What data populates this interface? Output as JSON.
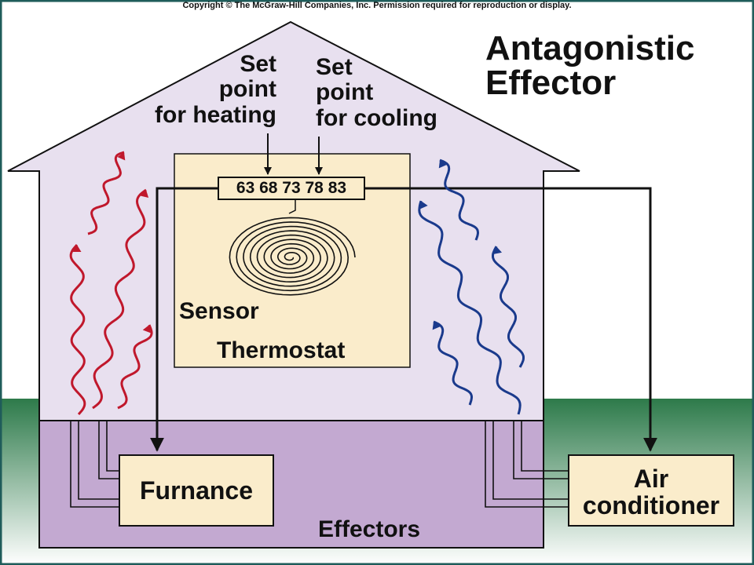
{
  "copyright": "Copyright © The McGraw-Hill Companies, Inc. Permission required for reproduction or display.",
  "title": "Antagonistic\nEffector",
  "set_point_heating": "Set\npoint\nfor heating",
  "set_point_cooling": "Set\npoint\nfor cooling",
  "thermostat_scale": "63 68 73 78 83",
  "sensor_label": "Sensor",
  "thermostat_label": "Thermostat",
  "furnace_label": "Furnance",
  "ac_label": "Air\nconditioner",
  "effectors_label": "Effectors",
  "colors": {
    "border": "#1f5c5a",
    "house_upper": "#e8e0ef",
    "house_lower": "#c3a9d1",
    "ground": "#2d7a4a",
    "panel": "#faeccb",
    "heat_wave": "#c0182c",
    "cool_wave": "#1a3a8c",
    "outline": "#111111"
  }
}
